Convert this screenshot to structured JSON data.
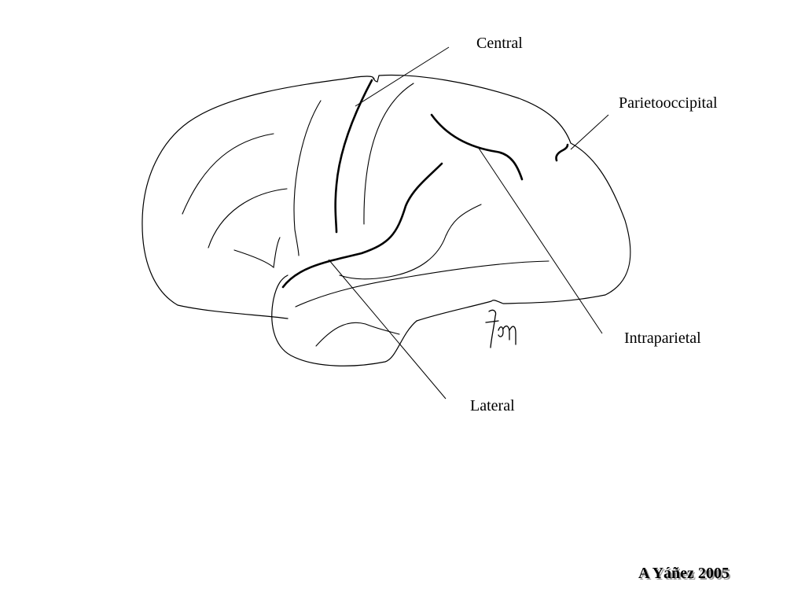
{
  "labels": {
    "central": "Central",
    "parietooccipital": "Parietooccipital",
    "intraparietal": "Intraparietal",
    "lateral": "Lateral"
  },
  "credit": "A Yáñez 2005",
  "colors": {
    "ink": "#000000",
    "background": "#ffffff",
    "credit_shadow": "#9a9a9a"
  }
}
